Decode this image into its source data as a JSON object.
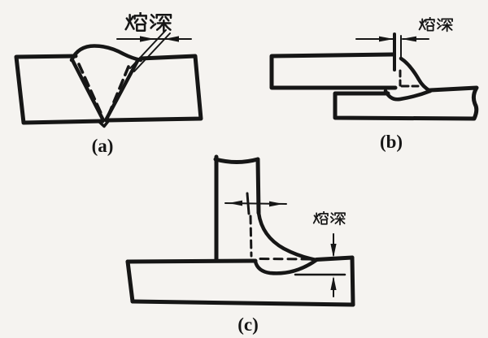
{
  "colors": {
    "paper": "#f5f3f0",
    "ink": "#161616"
  },
  "figures": {
    "a": {
      "caption": "(a)",
      "depth_label": "熔深"
    },
    "b": {
      "caption": "(b)",
      "depth_label": "熔深"
    },
    "c": {
      "caption": "(c)",
      "depth_label": "熔深"
    }
  }
}
